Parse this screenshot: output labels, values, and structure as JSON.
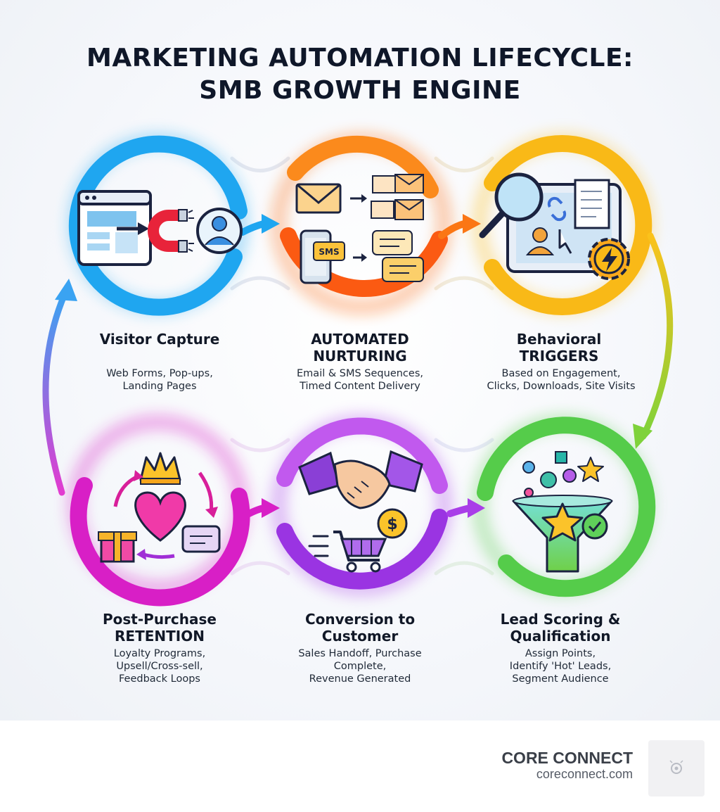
{
  "title": {
    "line1": "MARKETING AUTOMATION LIFECYCLE:",
    "line2": "SMB GROWTH ENGINE"
  },
  "stages": [
    {
      "title": [
        "Visitor Capture"
      ],
      "desc": [
        "Web Forms, Pop-ups,",
        "Landing Pages"
      ],
      "color": "#1fa6f0"
    },
    {
      "title": [
        "AUTOMATED",
        "NURTURING"
      ],
      "desc": [
        "Email & SMS Sequences,",
        "Timed Content Delivery"
      ],
      "color": "#fb6a10"
    },
    {
      "title": [
        "Behavioral",
        "TRIGGERS"
      ],
      "desc": [
        "Based on Engagement,",
        "Clicks, Downloads, Site Visits"
      ],
      "color": "#f9b917"
    },
    {
      "title": [
        "Post-Purchase",
        "RETENTION"
      ],
      "desc": [
        "Loyalty Programs,",
        "Upsell/Cross-sell,",
        "Feedback Loops"
      ],
      "color": "#d81fc6"
    },
    {
      "title": [
        "Conversion to",
        "Customer"
      ],
      "desc": [
        "Sales Handoff, Purchase",
        "Complete,",
        "Revenue Generated"
      ],
      "color": "#a93ee8"
    },
    {
      "title": [
        "Lead Scoring &",
        "Qualification"
      ],
      "desc": [
        "Assign Points,",
        "Identify 'Hot' Leads,",
        "Segment Audience"
      ],
      "color": "#55cc4a"
    }
  ],
  "icons": {
    "visitor_capture": [
      "browser-window-icon",
      "magnet-icon",
      "user-avatar-icon"
    ],
    "nurturing": [
      "envelope-icon",
      "smartphone-icon",
      "chat-bubble-icon"
    ],
    "sms_label": "SMS",
    "triggers": [
      "magnifier-icon",
      "document-icon",
      "gear-lightning-icon",
      "cursor-hand-icon"
    ],
    "retention": [
      "crown-icon",
      "heart-icon",
      "gift-icon",
      "chat-bubble-icon"
    ],
    "conversion": [
      "handshake-icon",
      "shopping-cart-icon",
      "dollar-coin-icon"
    ],
    "dollar_label": "$",
    "scoring": [
      "funnel-icon",
      "star-icon",
      "checkmark-icon"
    ]
  },
  "footer": {
    "brand": "CORE CONNECT",
    "url": "coreconnect.com"
  }
}
